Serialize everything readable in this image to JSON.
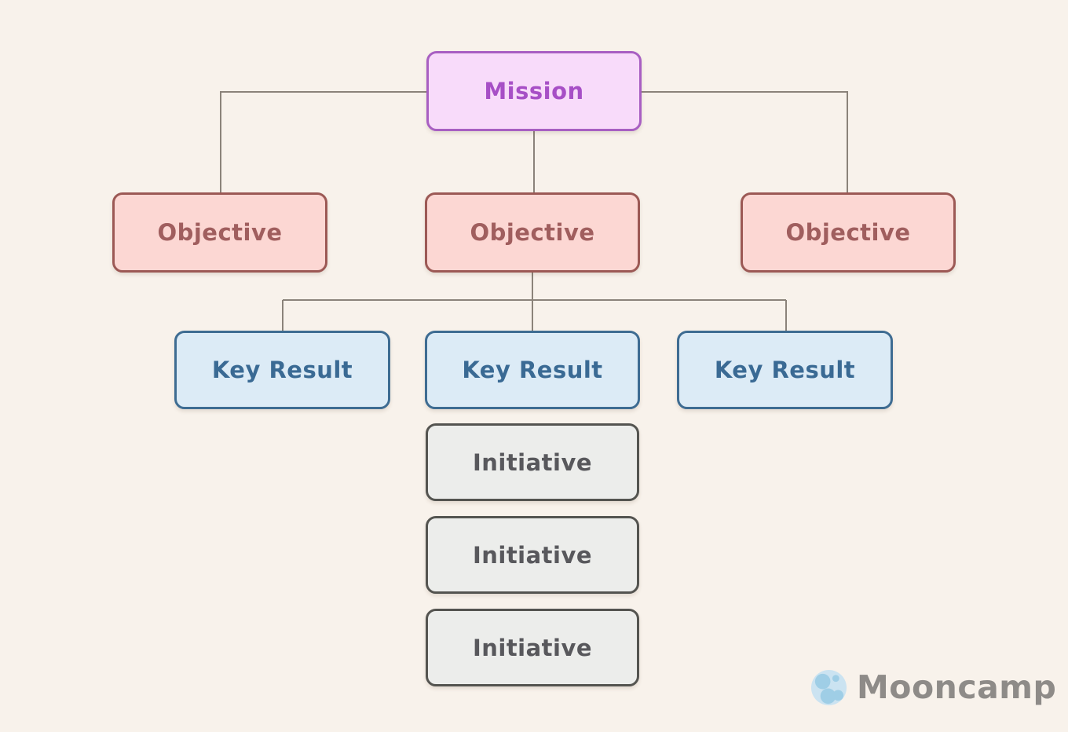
{
  "diagram": {
    "type": "okr-hierarchy-flowchart",
    "nodes": {
      "mission": {
        "label": "Mission",
        "level": "mission"
      },
      "objective_1": {
        "label": "Objective",
        "level": "objective"
      },
      "objective_2": {
        "label": "Objective",
        "level": "objective"
      },
      "objective_3": {
        "label": "Objective",
        "level": "objective"
      },
      "key_result_1": {
        "label": "Key Result",
        "level": "key-result"
      },
      "key_result_2": {
        "label": "Key Result",
        "level": "key-result"
      },
      "key_result_3": {
        "label": "Key Result",
        "level": "key-result"
      },
      "initiative_1": {
        "label": "Initiative",
        "level": "initiative"
      },
      "initiative_2": {
        "label": "Initiative",
        "level": "initiative"
      },
      "initiative_3": {
        "label": "Initiative",
        "level": "initiative"
      }
    },
    "edges": [
      {
        "from": "mission",
        "to": "objective_1"
      },
      {
        "from": "mission",
        "to": "objective_2"
      },
      {
        "from": "mission",
        "to": "objective_3"
      },
      {
        "from": "objective_2",
        "to": "key_result_1"
      },
      {
        "from": "objective_2",
        "to": "key_result_2"
      },
      {
        "from": "objective_2",
        "to": "key_result_3"
      },
      {
        "from": "key_result_2",
        "to": "initiative_1",
        "style": "stacked-no-line"
      },
      {
        "from": "key_result_2",
        "to": "initiative_2",
        "style": "stacked-no-line"
      },
      {
        "from": "key_result_2",
        "to": "initiative_3",
        "style": "stacked-no-line"
      }
    ],
    "colors": {
      "background": "#f8f2eb",
      "connector": "#8b837a",
      "mission": {
        "fill": "#f8dbfa",
        "border": "#a85fc2",
        "text": "#a74fc6"
      },
      "objective": {
        "fill": "#fcd7d3",
        "border": "#9c5955",
        "text": "#a05e5e"
      },
      "key_result": {
        "fill": "#dcebf6",
        "border": "#3e6c92",
        "text": "#3a6a94"
      },
      "initiative": {
        "fill": "#ecedeb",
        "border": "#545450",
        "text": "#58585c"
      }
    }
  },
  "branding": {
    "logo_text": "Mooncamp",
    "logo_text_color": "#8e8b88",
    "moon_fill": "#cbe3f1",
    "crater_fill": "#9fcee6"
  }
}
